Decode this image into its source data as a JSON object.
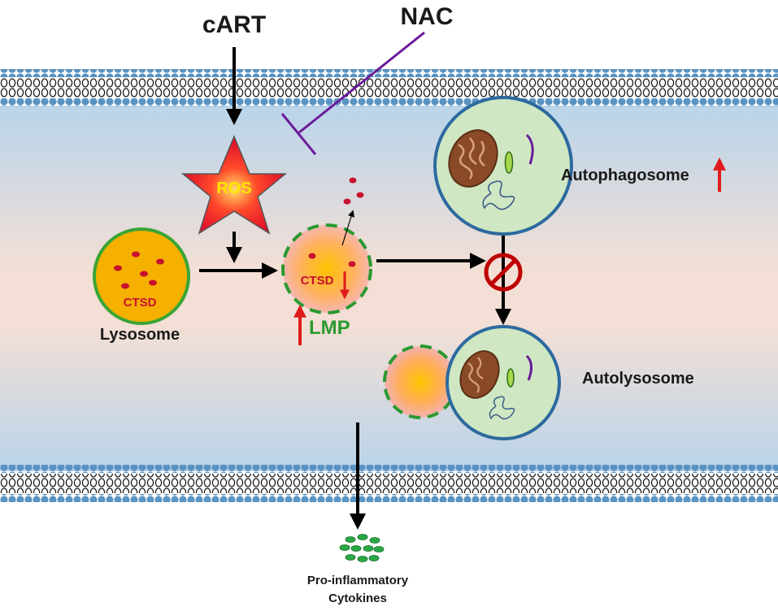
{
  "labels": {
    "cart": "cART",
    "nac": "NAC",
    "ros": "ROS",
    "ctsd_lysosome": "CTSD",
    "lysosome": "Lysosome",
    "ctsd_damaged": "CTSD",
    "lmp": "LMP",
    "autophagosome": "Autophagosome",
    "autolysosome": "Autolysosome",
    "cytokines_line1": "Pro-inflammatory",
    "cytokines_line2": "Cytokines"
  },
  "colors": {
    "membrane_head": "#5a93c2",
    "membrane_tail": "#1a1a1a",
    "cell_band_edge": "#b8d3ea",
    "cell_band_mid": "#f4dfd4",
    "ros_star_outer": "#e0102a",
    "ros_text": "#ffe600",
    "lysosome_fill": "#f5b000",
    "lysosome_border": "#3aa535",
    "dots": "#c8102e",
    "lmp_text": "#2a9a30",
    "increase_arrow": "#e01b1b",
    "nac_inhibitor": "#6a1b9a",
    "autophagosome_fill": "#cfe8c3",
    "autophagosome_border": "#2d6a9f",
    "cytokine": "#2aa845",
    "block_symbol": "#c00000"
  },
  "icons": {
    "mitochondrion": "mitochondrion-icon",
    "block": "prohibition-icon",
    "increase": "up-arrow-icon",
    "decrease": "down-arrow-icon"
  }
}
